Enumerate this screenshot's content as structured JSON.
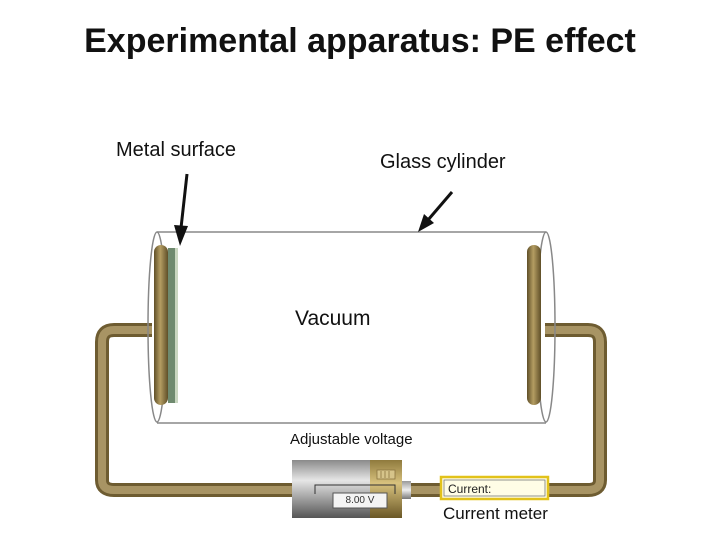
{
  "title": "Experimental apparatus: PE effect",
  "labels": {
    "metal_surface": "Metal surface",
    "glass_cylinder": "Glass cylinder",
    "vacuum": "Vacuum",
    "adjustable_voltage": "Adjustable voltage",
    "current_meter": "Current meter"
  },
  "meter": {
    "readout_label": "Current:"
  },
  "battery": {
    "display": "8.00 V"
  },
  "colors": {
    "wire": "#a08a55",
    "wire_dark": "#6e5c31",
    "electrode": "#8d7a4a",
    "metal_plate": "#6f8a6f",
    "meter_border": "#e2c21a",
    "glass": "#888888"
  },
  "icons": {
    "pointer_arrows": "arrow-icon"
  }
}
